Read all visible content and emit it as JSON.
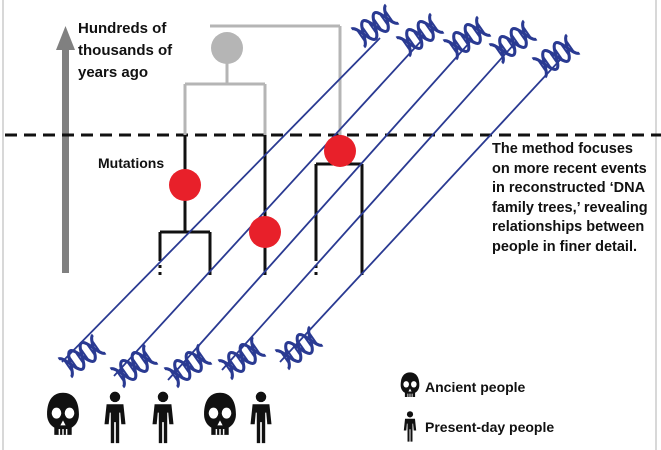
{
  "time_axis": {
    "label_lines": [
      "Hundreds of",
      "thousands of",
      "years ago"
    ]
  },
  "mutations_label": "Mutations",
  "description": {
    "lines": [
      "The method focuses",
      "on more recent events",
      "in reconstructed ‘DNA",
      "family trees,’ revealing",
      "relationships between",
      "people in finer detail."
    ]
  },
  "legend": {
    "ancient": "Ancient people",
    "present": "Present-day people"
  },
  "colors": {
    "dna_strand": "#2a3a92",
    "mutation": "#e8202a",
    "old_branch": "#b5b5b5",
    "recent_branch": "#111111",
    "time_arrow": "#808080"
  },
  "icons": [
    "dna-icon",
    "skull-icon",
    "person-icon",
    "time-arrow-icon"
  ],
  "people_row": [
    "ancient",
    "present",
    "present",
    "ancient",
    "present"
  ]
}
